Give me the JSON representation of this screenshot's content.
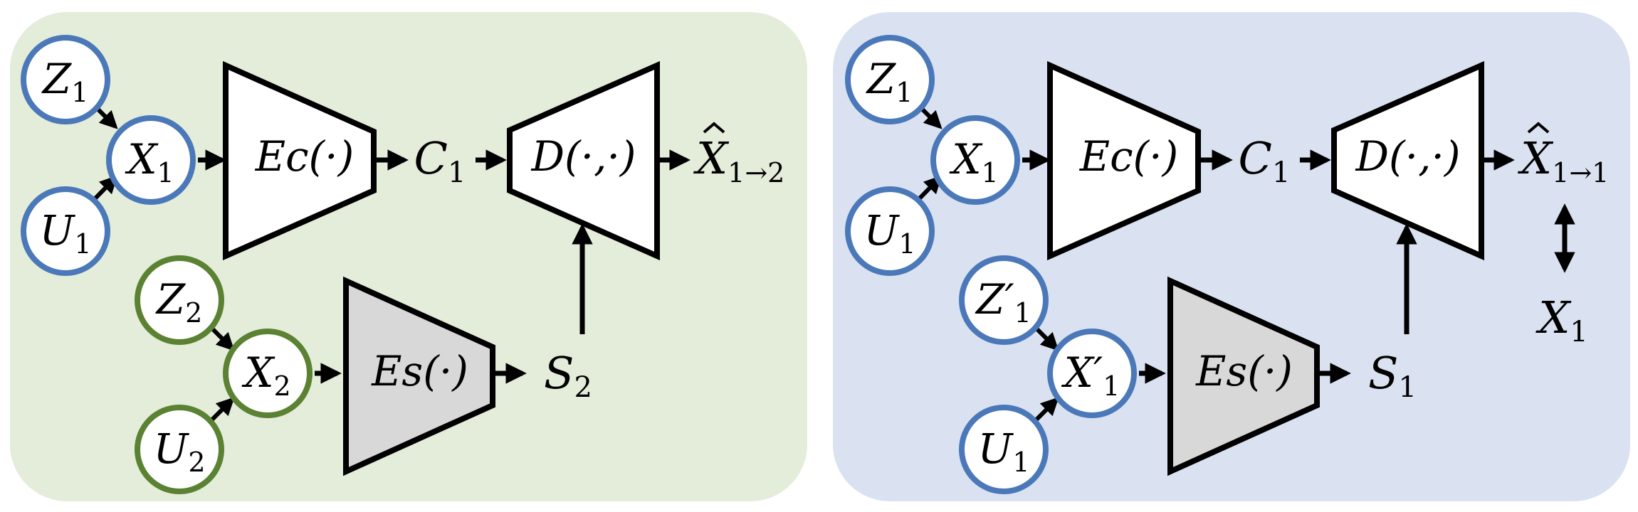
{
  "colors": {
    "left_panel_bg": "#e4ecda",
    "right_panel_bg": "#dae1f1",
    "blue_node": "#4a78b8",
    "green_node": "#5a8232",
    "block_white": "#ffffff",
    "block_gray": "#d8d8d8"
  },
  "left": {
    "z1": {
      "base": "Z",
      "sub": "1"
    },
    "u1": {
      "base": "U",
      "sub": "1"
    },
    "x1": {
      "base": "X",
      "sub": "1"
    },
    "ec": "Ec(·)",
    "c1": {
      "base": "C",
      "sub": "1"
    },
    "d": "D(·,·)",
    "out": {
      "base": "X",
      "sub": "1→2"
    },
    "z2": {
      "base": "Z",
      "sub": "2"
    },
    "u2": {
      "base": "U",
      "sub": "2"
    },
    "x2": {
      "base": "X",
      "sub": "2"
    },
    "es": "Es(·)",
    "s": {
      "base": "S",
      "sub": "2"
    }
  },
  "right": {
    "z1": {
      "base": "Z",
      "sub": "1"
    },
    "u1": {
      "base": "U",
      "sub": "1"
    },
    "x1": {
      "base": "X",
      "sub": "1"
    },
    "ec": "Ec(·)",
    "c1": {
      "base": "C",
      "sub": "1"
    },
    "d": "D(·,·)",
    "out": {
      "base": "X",
      "sub": "1→1"
    },
    "target": {
      "base": "X",
      "sub": "1"
    },
    "z2": {
      "base": "Z′",
      "sub": "1"
    },
    "u2": {
      "base": "U",
      "sub": "1"
    },
    "x2": {
      "base": "X′",
      "sub": "1"
    },
    "es": "Es(·)",
    "s": {
      "base": "S",
      "sub": "1"
    }
  }
}
